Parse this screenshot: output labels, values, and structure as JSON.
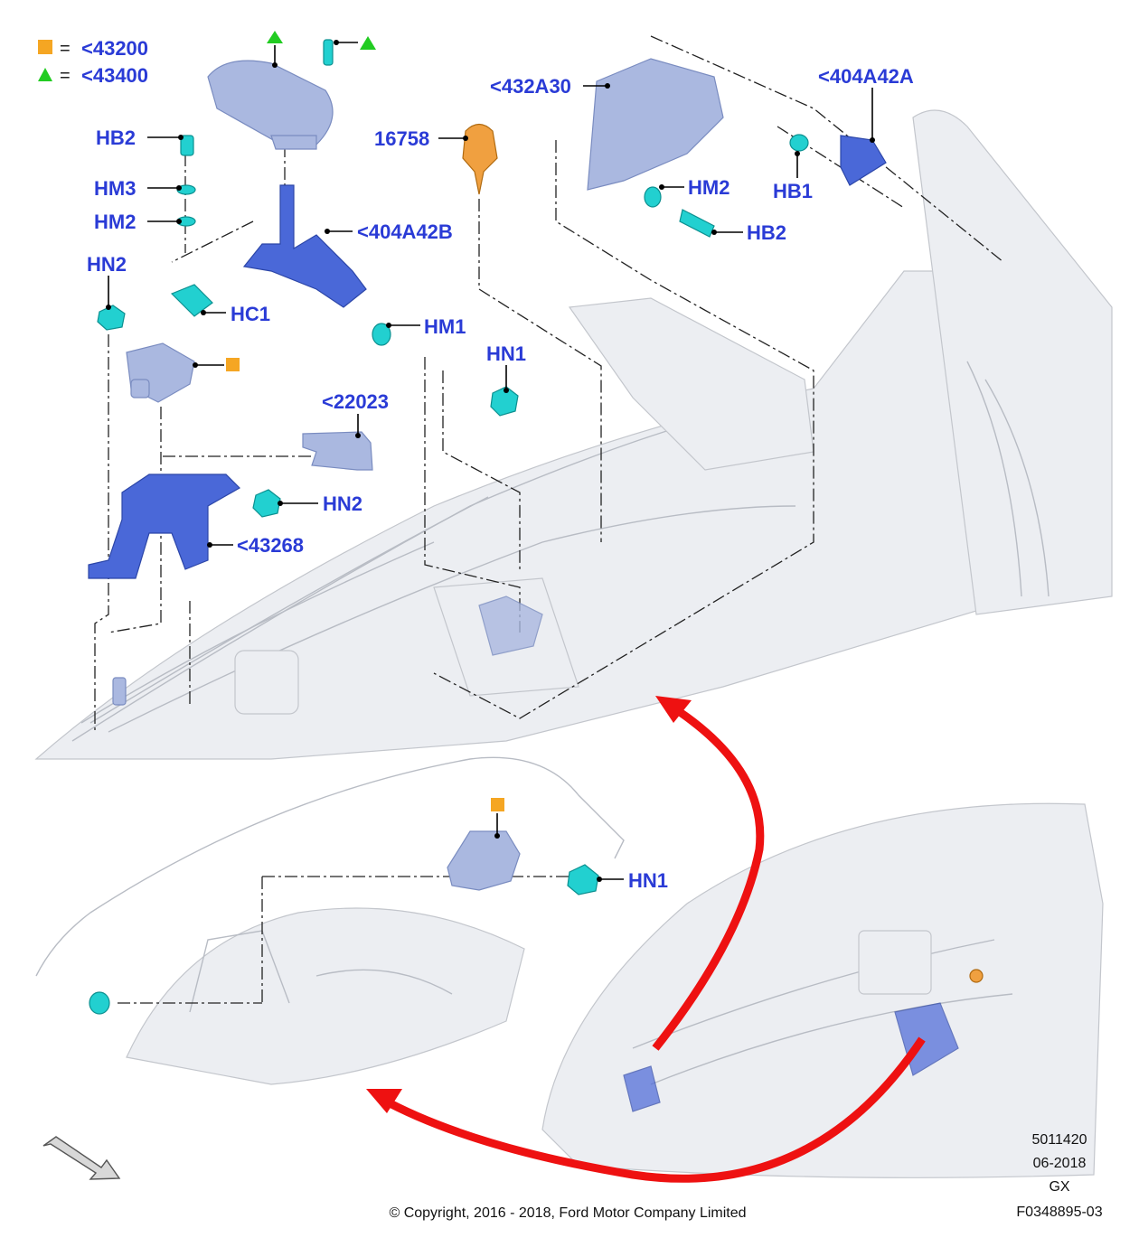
{
  "legend": {
    "square_code": "<43200",
    "triangle_code": "<43400",
    "equals": "=",
    "square_color": "#f5a623",
    "triangle_color": "#22cc22"
  },
  "labels": {
    "hb2_top": "HB2",
    "hm3": "HM3",
    "hm2_left": "HM2",
    "hn2_left": "HN2",
    "hc1": "HC1",
    "hm1": "HM1",
    "p404a42b": "<404A42B",
    "p16758": "16758",
    "p432a30": "<432A30",
    "hm2_right": "HM2",
    "hb2_right": "HB2",
    "p404a42a": "<404A42A",
    "hb1": "HB1",
    "hn1_top": "HN1",
    "p22023": "<22023",
    "hn2_mid": "HN2",
    "p43268": "<43268",
    "hn1_bottom": "HN1"
  },
  "footer": {
    "doc_number": "5011420",
    "date": "06-2018",
    "code": "GX",
    "figure_id": "F0348895-03",
    "copyright": "© Copyright, 2016 - 2018, Ford Motor Company Limited"
  },
  "icons": [
    "front-direction-arrow-icon",
    "red-curved-arrow-icon"
  ],
  "colors": {
    "label_blue": "#2a3bd6",
    "arrow_red": "#ee1111"
  }
}
